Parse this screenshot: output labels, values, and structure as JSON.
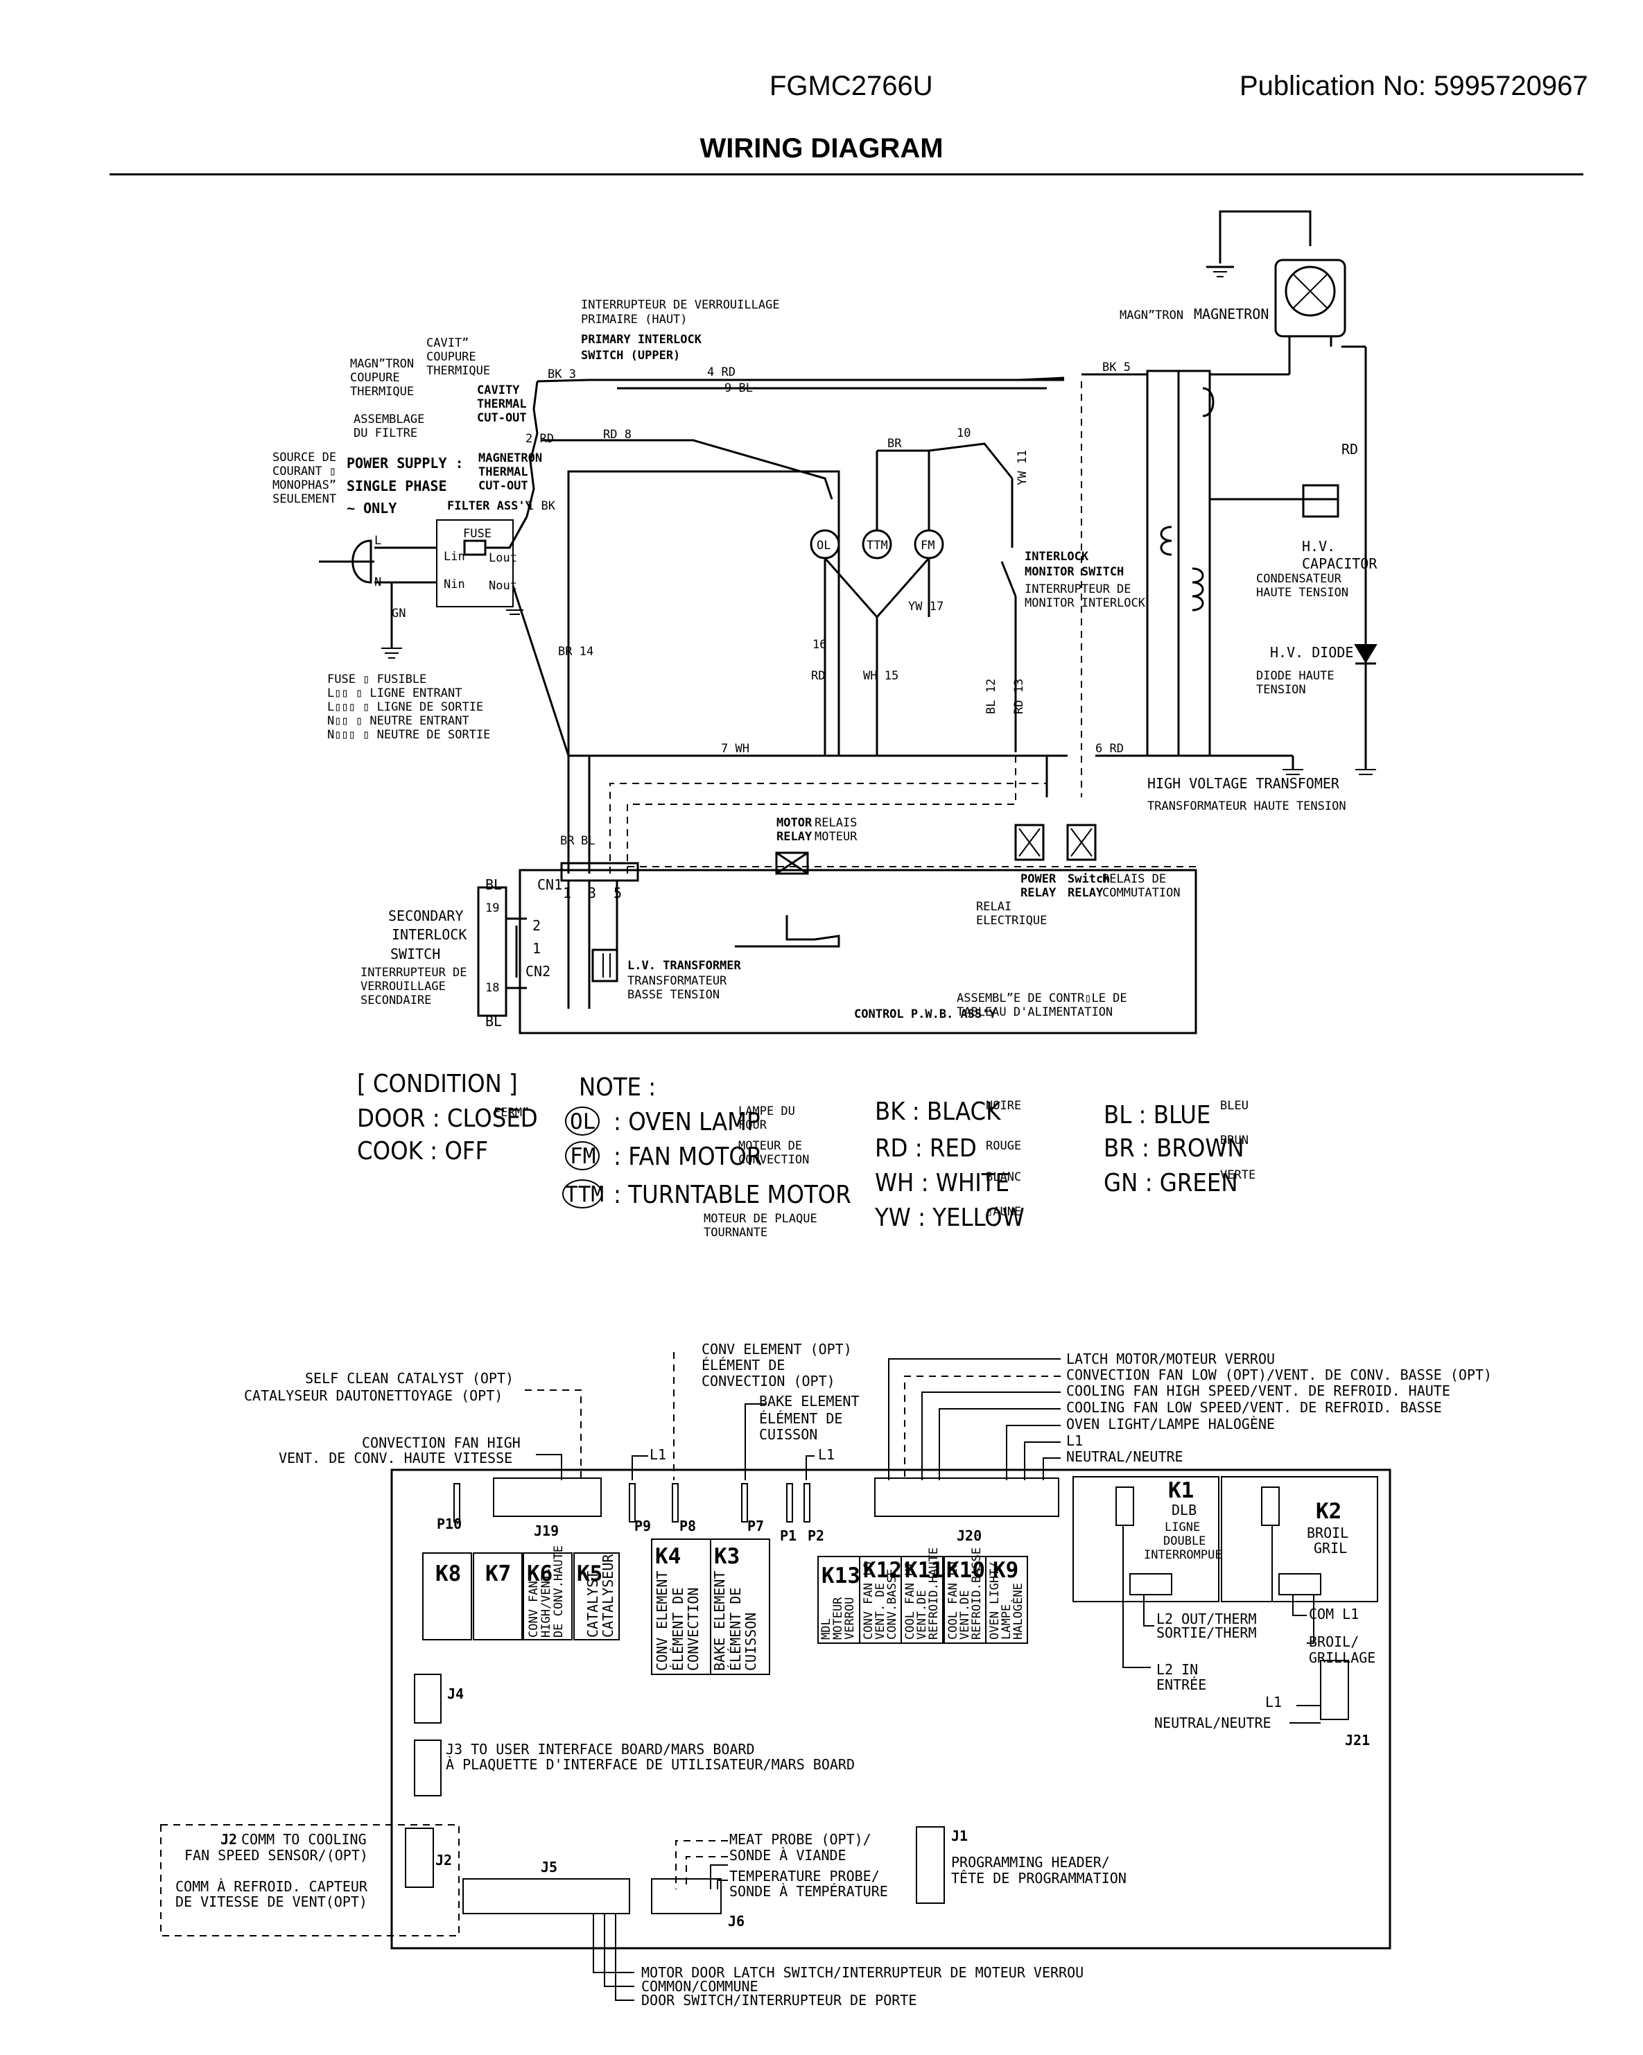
{
  "header": {
    "model": "FGMC2766U",
    "publication": "Publication No:  5995720967",
    "title": "WIRING DIAGRAM"
  },
  "top": {
    "primary_fr1": "INTERRUPTEUR DE VERROUILLAGE",
    "primary_fr2": "PRIMAIRE (HAUT)",
    "primary_en1": "PRIMARY INTERLOCK",
    "primary_en2": "SWITCH (UPPER)",
    "cavity_fr1": "CAVIT”",
    "cavity_fr2": "COUPURE",
    "cavity_fr3": "THERMIQUE",
    "cavity_en1": "CAVITY",
    "cavity_en2": "THERMAL",
    "cavity_en3": "CUT-OUT",
    "mag_fr1": "MAGN”TRON",
    "mag_fr2": "COUPURE",
    "mag_fr3": "THERMIQUE",
    "mag_en1": "MAGNETRON",
    "mag_en2": "THERMAL",
    "mag_en3": "CUT-OUT",
    "filter_fr1": "ASSEMBLAGE",
    "filter_fr2": "DU FILTRE",
    "filter_en": "FILTER ASS'Y",
    "src_fr1": "SOURCE DE",
    "src_fr2": "COURANT ▯",
    "src_fr3": "MONOPHAS”",
    "src_fr4": "SEULEMENT",
    "ps1": "POWER SUPPLY :",
    "ps2": "SINGLE PHASE",
    "ps3": "∼ ONLY",
    "fuse": "FUSE",
    "lin": "Lin",
    "lout": "Lout",
    "nin": "Nin",
    "nout": "Nout",
    "L": "L",
    "N": "N",
    "GN": "GN",
    "legend1": "FUSE ▯ FUSIBLE",
    "legend2": "L▯▯ ▯ LIGNE ENTRANT",
    "legend3": "L▯▯▯ ▯ LIGNE DE SORTIE",
    "legend4": "N▯▯ ▯ NEUTRE ENTRANT",
    "legend5": "N▯▯▯ ▯ NEUTRE DE SORTIE",
    "w_bk3": "BK  3",
    "w_4rd": "4 RD",
    "w_9bl": "9 BL",
    "w_2rd": "2 RD",
    "w_1bk": "1  BK",
    "w_rd8": "RD    8",
    "w_br": "BR",
    "w_10": "10",
    "w_yw11": "YW 11",
    "w_bk5": "BK    5",
    "w_rd": "RD",
    "w_br14": "BR 14",
    "w_16": "16",
    "w_rd2": "RD",
    "w_wh15": "WH  15",
    "w_yw17": "YW   17",
    "w_bl12": "BL 12",
    "w_rd13": "RD 13",
    "w_7wh": "7        WH",
    "w_6rd": "6 RD",
    "ol": "OL",
    "ttm": "TTM",
    "fm": "FM",
    "ims_en1": "INTERLOCK",
    "ims_en2": "MONITOR SWITCH",
    "ims_fr1": "INTERRUPTEUR DE",
    "ims_fr2": "MONITOR INTERLOCK",
    "magn_fr": "MAGN”TRON",
    "magn_en": "MAGNETRON",
    "hvcap_en1": "H.V.",
    "hvcap_en2": "CAPACITOR",
    "hvcap_fr1": "CONDENSATEUR",
    "hvcap_fr2": "HAUTE TENSION",
    "hvd_en": "H.V. DIODE",
    "hvd_fr1": "DIODE HAUTE",
    "hvd_fr2": "TENSION",
    "hvt_en": "HIGH VOLTAGE TRANSFOMER",
    "hvt_fr": "TRANSFORMATEUR HAUTE TENSION",
    "motor_en1": "MOTOR",
    "motor_en2": "RELAY",
    "motor_fr1": "RELAIS",
    "motor_fr2": "MOTEUR",
    "power_en1": "POWER",
    "power_en2": "RELAY",
    "power_fr1": "RELAI",
    "power_fr2": "ELECTRIQUE",
    "switch_en1": "Switch",
    "switch_en2": "RELAY",
    "switch_fr1": "RELAIS DE",
    "switch_fr2": "COMMUTATION",
    "cn1": "CN1",
    "cn1_1": "1",
    "cn1_3": "3",
    "cn1_5": "5",
    "cn_br": "BR",
    "cn_bl": "BL",
    "cn2": "CN2",
    "cn2_1": "1",
    "cn2_2": "2",
    "sec_en1": "SECONDARY",
    "sec_en2": "INTERLOCK",
    "sec_en3": "SWITCH",
    "sec_fr1": "INTERRUPTEUR DE",
    "sec_fr2": "VERROUILLAGE",
    "sec_fr3": "SECONDAIRE",
    "bl_top": "BL",
    "bl_bot": "BL",
    "n19": "19",
    "n18": "18",
    "lvt_en": "L.V. TRANSFORMER",
    "lvt_fr1": "TRANSFORMATEUR",
    "lvt_fr2": "BASSE TENSION",
    "cpwb_en": "CONTROL P.W.B. ASS'Y",
    "cpwb_fr1": "ASSEMBL”E DE CONTR▯LE DE",
    "cpwb_fr2": "TABLEAU D'ALIMENTATION"
  },
  "note": {
    "condition": "[ CONDITION ]",
    "door": "DOOR    : CLOSED",
    "ferm": "FERM”",
    "cook": "COOK    : OFF",
    "note": "NOTE :",
    "ol": "OL",
    "ol_txt": ": OVEN LAMP",
    "ol_fr1": "LAMPE DU",
    "ol_fr2": "FOUR",
    "fm": "FM",
    "fm_txt": ": FAN   MOTOR",
    "fm_fr1": "MOTEUR DE",
    "fm_fr2": "CONVECTION",
    "ttm": "TTM",
    "ttm_txt": ": TURNTABLE MOTOR",
    "ttm_fr1": "MOTEUR DE PLAQUE",
    "ttm_fr2": "TOURNANTE",
    "bk": "BK   : BLACK",
    "bk_fr": "NOIRE",
    "rd": "RD    : RED",
    "rd_fr": "ROUGE",
    "wh": "WH   : WHITE",
    "wh_fr": "BLANC",
    "yw": "YW : YELLOW",
    "yw_fr": "▯AUNE",
    "bl": "BL   : BLUE",
    "bl_fr": "BLEU",
    "br": "BR   : BROWN",
    "br_fr": "BRUN",
    "gn": "GN   : GREEN",
    "gn_fr": "VERTE"
  },
  "board": {
    "self1": "SELF CLEAN CATALYST (OPT)",
    "self2": "CATALYSEUR DAUTONETTOYAGE (OPT)",
    "cfh1": "CONVECTION FAN HIGH",
    "cfh2": "VENT. DE CONV. HAUTE VITESSE",
    "conv1": "CONV ELEMENT (OPT)",
    "conv2": "ÉLÉMENT DE",
    "conv3": "CONVECTION (OPT)",
    "bake1": "BAKE ELEMENT",
    "bake2": "ÉLÉMENT DE",
    "bake3": "CUISSON",
    "l1a": "L1",
    "l1b": "L1",
    "r1": "LATCH MOTOR/MOTEUR VERROU",
    "r2": "CONVECTION FAN LOW (OPT)/VENT. DE CONV. BASSE (OPT)",
    "r3": "COOLING FAN HIGH SPEED/VENT. DE REFROID. HAUTE",
    "r4": "COOLING FAN LOW SPEED/VENT. DE REFROID. BASSE",
    "r5": "OVEN LIGHT/LAMPE HALOGÈNE",
    "r6": "L1",
    "r7": "NEUTRAL/NEUTRE",
    "p10": "P10",
    "j19": "J19",
    "p9": "P9",
    "p8": "P8",
    "p7": "P7",
    "p1": "P1",
    "p2": "P2",
    "j20": "J20",
    "k1": "K1",
    "k1a": "DLB",
    "k1b": "LIGNE",
    "k1c": "DOUBLE",
    "k1d": "INTERROMPUE",
    "k2": "K2",
    "k2a": "BROIL",
    "k2b": "GRIL",
    "k8": "K8",
    "k7": "K7",
    "k6": "K6",
    "k6t1": "CONV FAN",
    "k6t2": "HIGH/VENT.",
    "k6t3": "DE CONV.HAUTE",
    "k5": "K5",
    "k5t1": "CATALYST",
    "k5t2": "CATALYSEUR",
    "k4": "K4",
    "k4t1": "CONV ELEMENT",
    "k4t2": "ÉLÉMENT DE",
    "k4t3": "CONVECTION",
    "k3": "K3",
    "k3t1": "BAKE ELEMENT",
    "k3t2": "ÉLÉMENT DE",
    "k3t3": "CUISSON",
    "k13": "K13",
    "k13t1": "MDL",
    "k13t2": "MOTEUR",
    "k13t3": "VERROU",
    "k12": "K12",
    "k12t1": "CONV FAN LO",
    "k12t2": "VENT. DE",
    "k12t3": "CONV.BASSE",
    "k11": "K11",
    "k11t1": "COOL FAN HI",
    "k11t2": "VENT.DE",
    "k11t3": "REFROID.HAUTE",
    "k10": "K10",
    "k10t1": "COOL FAN LO",
    "k10t2": "VENT.DE",
    "k10t3": "REFROID.BASSE",
    "k9": "K9",
    "k9t1": "OVEN LIGHT/",
    "k9t2": "LAMPE",
    "k9t3": "HALOGÈNE",
    "l2out1": "L2 OUT/THERM",
    "l2out2": "SORTIE/THERM",
    "coml1": "COM L1",
    "broil1": "BROIL/",
    "broil2": "GRILLAGE",
    "l2in1": "L2 IN",
    "l2in2": "ENTRÉE",
    "j21_l1": "L1",
    "j21_n": "NEUTRAL/NEUTRE",
    "j21": "J21",
    "j4": "J4",
    "j3a": "J3 TO USER INTERFACE BOARD/MARS BOARD",
    "j3b": "À PLAQUETTE D'INTERFACE DE UTILISATEUR/MARS BOARD",
    "j2a": "J2",
    "j2b": "COMM TO COOLING",
    "j2c": "FAN SPEED SENSOR/(OPT)",
    "j2d": "COMM À REFROID. CAPTEUR",
    "j2e": "DE VITESSE DE VENT(OPT)",
    "j2": "J2",
    "j5": "J5",
    "meat1": "MEAT PROBE (OPT)/",
    "meat2": "SONDE À VIANDE",
    "temp1": "TEMPERATURE PROBE/",
    "temp2": "SONDE À TEMPÉRATURE",
    "j6": "J6",
    "j1": "J1",
    "prog1": "PROGRAMMING HEADER/",
    "prog2": "TÊTE DE PROGRAMMATION",
    "b1": "MOTOR DOOR LATCH SWITCH/INTERRUPTEUR DE MOTEUR VERROU",
    "b2": "COMMON/COMMUNE",
    "b3": "DOOR SWITCH/INTERRUPTEUR DE PORTE"
  }
}
